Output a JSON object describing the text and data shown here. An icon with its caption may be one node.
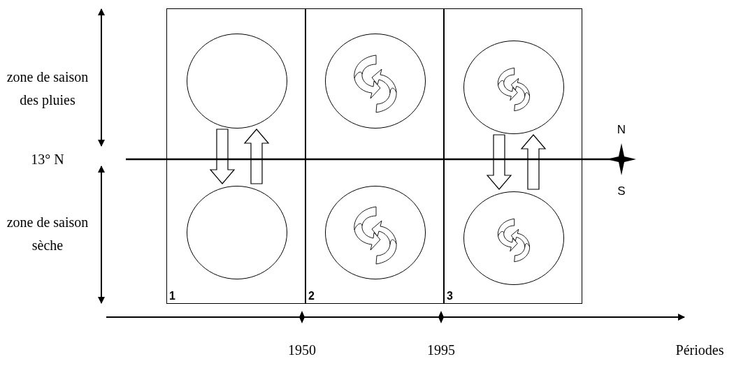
{
  "diagram": {
    "nodes": [
      {
        "text": [
          "1"
        ]
      },
      {
        "text": [],
        "shape": "circle",
        "in": 0
      },
      {
        "text": [],
        "shape": "circle",
        "in": 0
      },
      {
        "text": [
          "2"
        ]
      },
      {
        "text": [],
        "shape": "circle",
        "in": 3
      },
      {
        "text": [],
        "shape": "circle",
        "in": 3
      },
      {
        "text": [
          "3"
        ]
      },
      {
        "text": [],
        "shape": "circle",
        "in": 6
      },
      {
        "text": [],
        "shape": "circle",
        "in": 6
      }
    ],
    "edges": [
      {
        "from": 1,
        "to": 2,
        "arrow": "to"
      },
      {
        "from": 2,
        "to": 1,
        "arrow": "to"
      },
      {
        "from": 7,
        "to": 8,
        "arrow": "to"
      },
      {
        "from": 8,
        "to": 7,
        "arrow": "to"
      }
    ],
    "labels": [
      "zone de saison des pluies",
      "13° N",
      "zone de saison sèche",
      "N",
      "S",
      "1950",
      "1995",
      "Périodes"
    ]
  }
}
